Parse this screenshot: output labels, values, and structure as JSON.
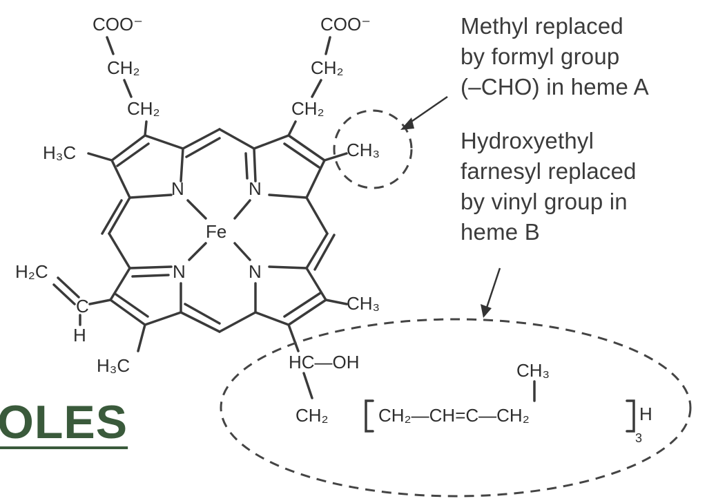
{
  "title_fragment": "OLES",
  "annotations": {
    "heme_a": [
      "Methyl replaced",
      "by formyl group",
      "(–CHO) in heme A"
    ],
    "heme_b": [
      "Hydroxyethyl",
      "farnesyl replaced",
      "by vinyl group in",
      "heme B"
    ]
  },
  "atoms": {
    "coo_left": "COO⁻",
    "coo_right": "COO⁻",
    "ch2": "CH₂",
    "n": "N",
    "fe": "Fe",
    "h3c": "H₃C",
    "ch3": "CH₃",
    "h2c": "H₂C",
    "c": "C",
    "h": "H",
    "hc_oh": "HC—OH",
    "chain_ch2": "CH₂",
    "chain_repeat": "CH₂—CH=C—CH₂",
    "chain_h": "H",
    "chain_n": "3"
  }
}
